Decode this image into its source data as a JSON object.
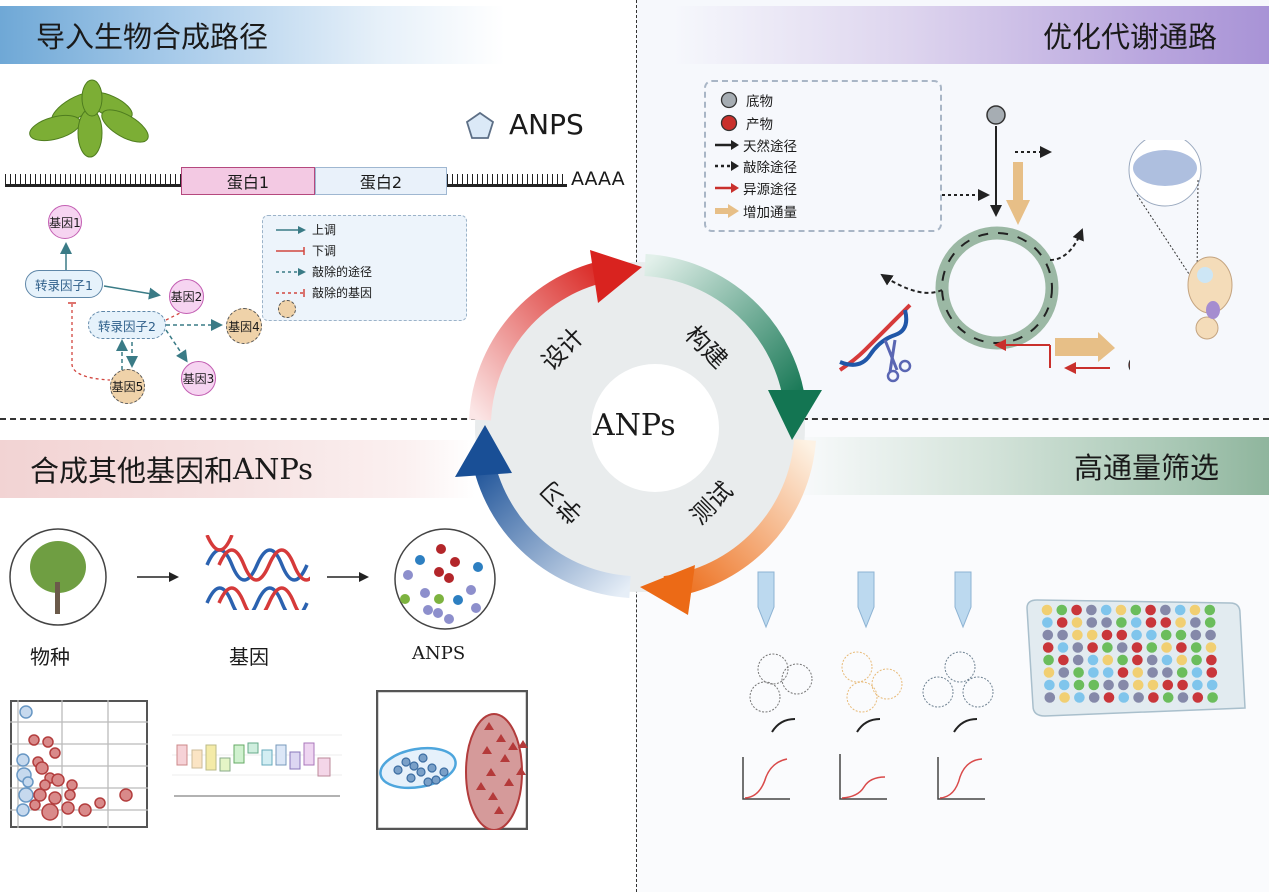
{
  "panels": {
    "top_left": {
      "title": "导入生物合成路径",
      "anps_label": "ANPS",
      "mrna": {
        "protein1": "蛋白1",
        "protein2": "蛋白2",
        "poly_a": "AAAA"
      },
      "network": {
        "transcription_factors": [
          "转录因子1",
          "转录因子2"
        ],
        "genes": [
          "基因1",
          "基因2",
          "基因3",
          "基因4",
          "基因5"
        ]
      },
      "legend": [
        {
          "label": "上调",
          "style": "solid-arrow-teal"
        },
        {
          "label": "下调",
          "style": "solid-inhibit-red"
        },
        {
          "label": "敲除的途径",
          "style": "dashed-arrow-teal"
        },
        {
          "label": "敲除的基因",
          "style": "dashed-inhibit-red"
        }
      ]
    },
    "top_right": {
      "title": "优化代谢通路",
      "legend": [
        {
          "label": "底物",
          "style": "grey-circle"
        },
        {
          "label": "产物",
          "style": "red-circle"
        },
        {
          "label": "天然途径",
          "style": "black-arrow"
        },
        {
          "label": "敲除途径",
          "style": "black-dashed-arrow"
        },
        {
          "label": "异源途径",
          "style": "red-arrow"
        },
        {
          "label": "增加通量",
          "style": "tan-arrow"
        }
      ]
    },
    "bottom_left": {
      "title_cn": "合成其他基因和",
      "title_en": "ANPs",
      "flow": [
        "物种",
        "基因",
        "ANPS"
      ]
    },
    "bottom_right": {
      "title": "高通量筛选"
    }
  },
  "cycle": {
    "center": "ANPs",
    "steps": [
      {
        "label": "设计",
        "color": "#d9231f"
      },
      {
        "label": "构建",
        "color": "#137552"
      },
      {
        "label": "测试",
        "color": "#ec6a16"
      },
      {
        "label": "学习",
        "color": "#194f96"
      }
    ]
  },
  "colors": {
    "blue_banner": "#6fa8d6",
    "purple_banner": "#a893d6",
    "pink_banner": "#f2d3d3",
    "green_banner": "#8fb59d",
    "up_teal": "#3a7b86",
    "down_red": "#d2463f",
    "product_red": "#c9302c",
    "substrate_grey": "#a6adb3",
    "flux_tan": "#e7bf87"
  }
}
